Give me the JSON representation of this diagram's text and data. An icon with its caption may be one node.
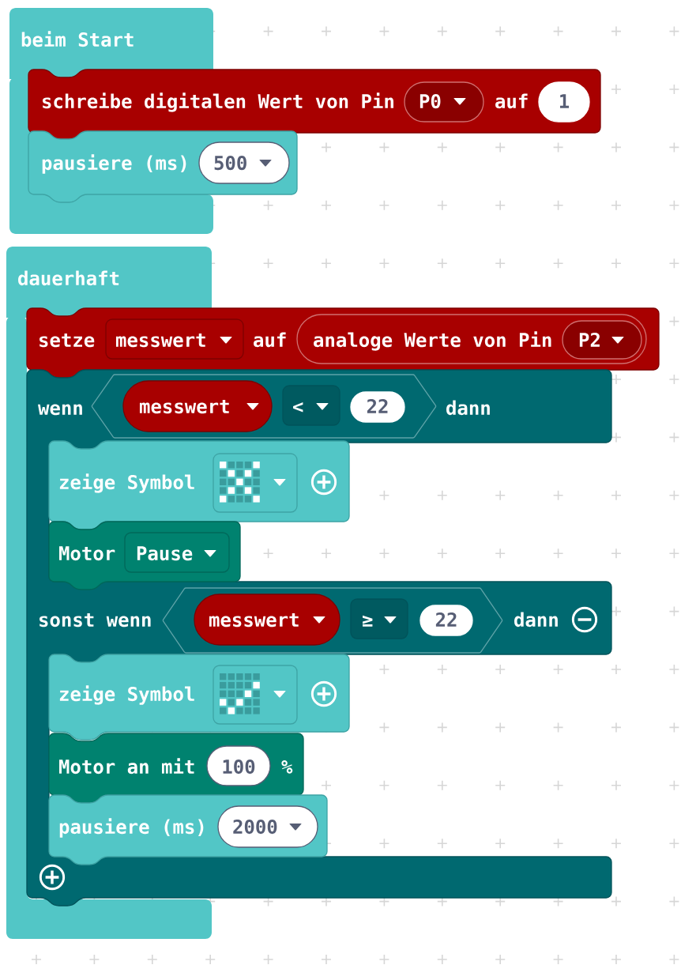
{
  "diagram": {
    "nodes": [
      {
        "text": [
          "beim Start"
        ]
      },
      {
        "text": [
          "schreibe digitalen Wert von Pin",
          "auf"
        ]
      },
      {
        "text": [
          "P0"
        ],
        "in": 1
      },
      {
        "text": [
          "1"
        ],
        "in": 1
      },
      {
        "text": [
          "pausiere (ms)"
        ]
      },
      {
        "text": [
          "500"
        ],
        "in": 4
      },
      {
        "text": [
          "dauerhaft"
        ]
      },
      {
        "text": [
          "setze",
          "auf"
        ]
      },
      {
        "text": [
          "messwert"
        ],
        "in": 7
      },
      {
        "text": [
          "analoge Werte von Pin"
        ],
        "in": 7
      },
      {
        "text": [
          "P2"
        ],
        "in": 9
      },
      {
        "text": [
          "wenn",
          "dann",
          "sonst wenn",
          "dann"
        ]
      },
      {
        "text": [],
        "shape": "hexagon",
        "in": 11
      },
      {
        "text": [
          "messwert"
        ],
        "in": 12
      },
      {
        "text": [
          "<"
        ],
        "in": 12
      },
      {
        "text": [
          "22"
        ],
        "in": 12
      },
      {
        "text": [
          "zeige Symbol"
        ],
        "in": 11
      },
      {
        "text": [],
        "shape": "box",
        "in": 16
      },
      {
        "text": [
          "Motor"
        ],
        "in": 11
      },
      {
        "text": [
          "Pause"
        ],
        "in": 18
      },
      {
        "text": [],
        "shape": "hexagon",
        "in": 11
      },
      {
        "text": [
          "messwert"
        ],
        "in": 20
      },
      {
        "text": [
          "≥"
        ],
        "in": 20
      },
      {
        "text": [
          "22"
        ],
        "in": 20
      },
      {
        "text": [
          "zeige Symbol"
        ],
        "in": 11
      },
      {
        "text": [],
        "shape": "box",
        "in": 24
      },
      {
        "text": [
          "Motor an mit",
          "%"
        ],
        "in": 11
      },
      {
        "text": [
          "100"
        ],
        "in": 26
      },
      {
        "text": [
          "pausiere (ms)"
        ],
        "in": 11
      },
      {
        "text": [
          "2000"
        ],
        "in": 28
      }
    ]
  }
}
